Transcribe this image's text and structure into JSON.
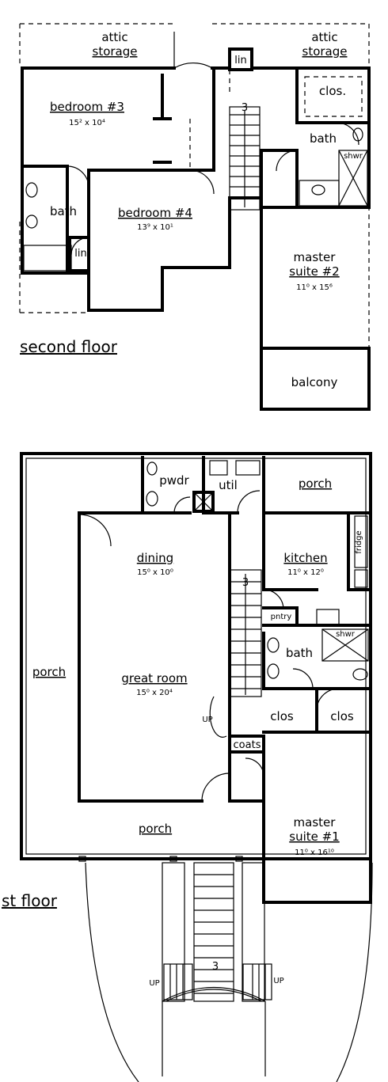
{
  "plan_titles": {
    "second_floor": "second floor",
    "first_floor": "st floor"
  },
  "second_floor": {
    "attic_left": [
      "attic",
      "storage"
    ],
    "attic_right": [
      "attic",
      "storage"
    ],
    "lin_top": "lin",
    "bedroom3": {
      "name": "bedroom #3",
      "size": "15² x 10⁴"
    },
    "bedroom4": {
      "name": "bedroom #4",
      "size": "13⁹ x 10¹"
    },
    "bath_left": "bath",
    "lin_left": "lin",
    "clos": "clos.",
    "bath_right": "bath",
    "shwr": "shwr",
    "master2": {
      "name": [
        "master",
        "suite #2"
      ],
      "size": "11⁰ x 15⁶"
    },
    "balcony": "balcony",
    "stair_mark": "3"
  },
  "first_floor": {
    "pwdr": "pwdr",
    "util": "util",
    "porch_top": "porch",
    "dining": {
      "name": "dining",
      "size": "15⁰ x 10⁰"
    },
    "kitchen": {
      "name": "kitchen",
      "size": "11⁰ x 12⁰"
    },
    "fridge": "fridge",
    "pntry": "pntry",
    "shwr": "shwr",
    "bath": "bath",
    "porch_left": "porch",
    "great_room": {
      "name": "great room",
      "size": "15⁰ x 20⁴"
    },
    "up_stair": "UP",
    "clos_left": "clos",
    "clos_right": "clos",
    "coats": "coats",
    "master1": {
      "name": [
        "master",
        "suite #1"
      ],
      "size": "11⁰ x 16¹⁰"
    },
    "porch_bottom": "porch",
    "stair_mark": "3",
    "entry_mark": "3",
    "up_left": "UP",
    "up_right": "UP"
  }
}
